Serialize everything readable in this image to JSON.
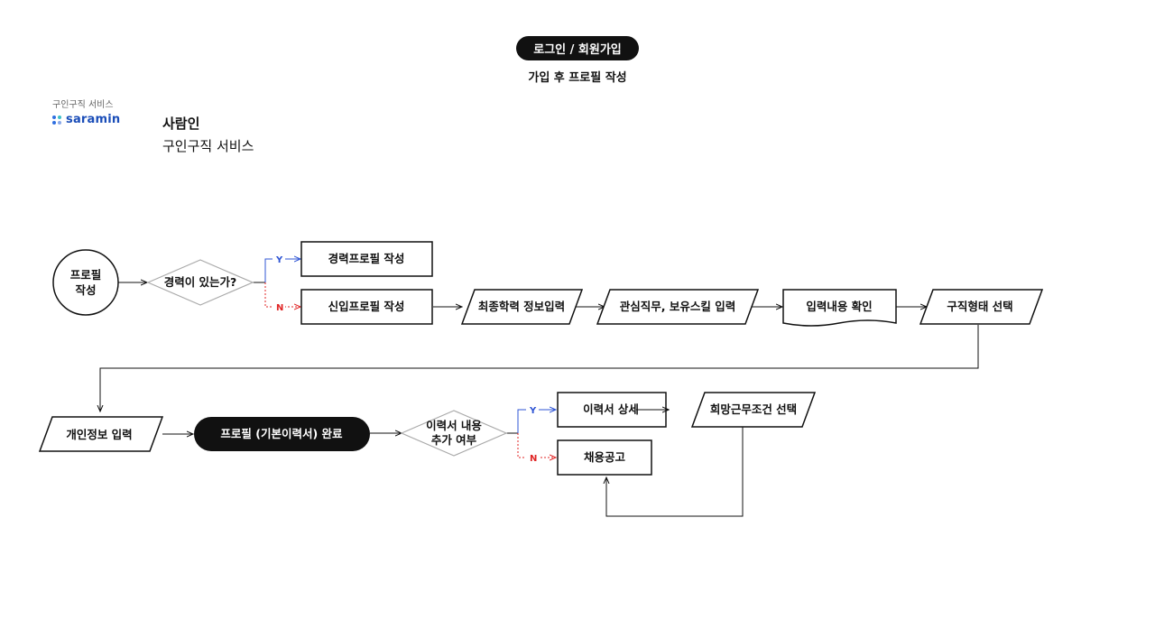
{
  "header": {
    "pill": "로그인 / 회원가입",
    "subtitle": "가입 후 프로필 작성"
  },
  "service": {
    "tag": "구인구직 서비스",
    "logo_text": "saramin",
    "name": "사람인",
    "description": "구인구직 서비스"
  },
  "colors": {
    "yes_branch": "#2f55d4",
    "no_branch": "#e02424",
    "dark": "#111111",
    "decision": "#aaaaaa"
  },
  "flow": {
    "start": [
      "프로필",
      "작성"
    ],
    "decision_career": "경력이 있는가?",
    "yes": "Y",
    "no": "N",
    "career_profile": "경력프로필 작성",
    "new_profile": "신입프로필 작성",
    "education": "최종학력 정보입력",
    "job_skill": "관심직무, 보유스킬 입력",
    "confirm": "입력내용 확인",
    "job_type": "구직형태 선택",
    "personal_info": "개인정보 입력",
    "profile_done": "프로필 (기본이력서) 완료",
    "decision_resume": [
      "이력서 내용",
      "추가 여부"
    ],
    "resume_detail": "이력서 상세",
    "job_posting": "채용공고",
    "work_conditions": "희망근무조건 선택"
  }
}
